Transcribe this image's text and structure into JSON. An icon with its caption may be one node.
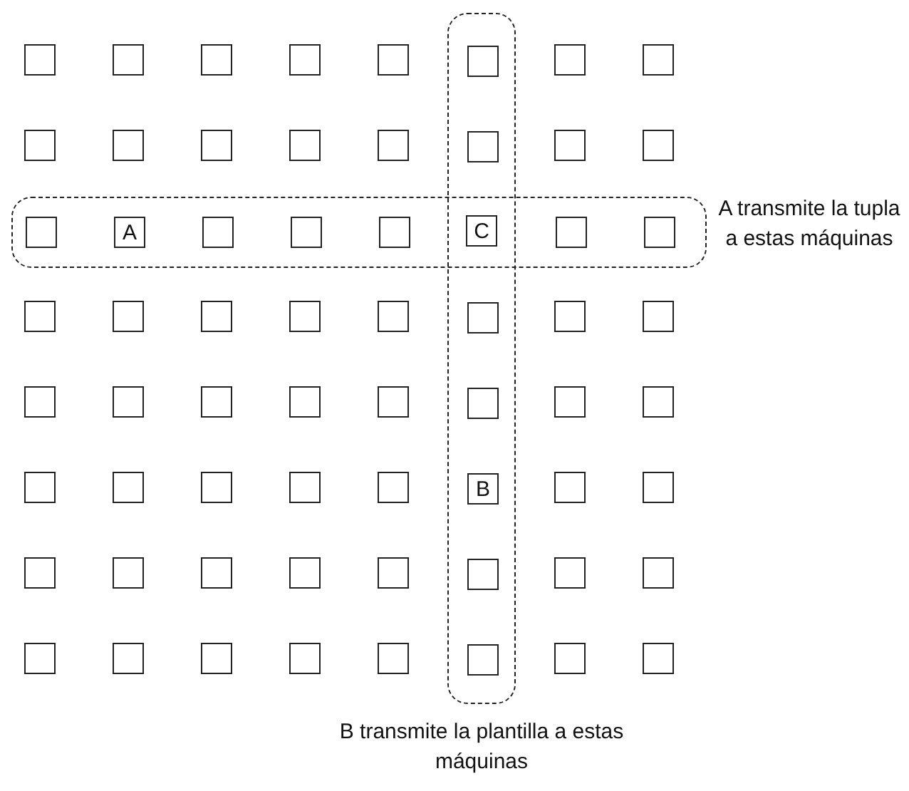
{
  "diagram": {
    "nodes": [
      {
        "text": [],
        "shape": "band",
        "beside": [
          "A transmite la tupla a estas máquinas"
        ]
      },
      {
        "text": [],
        "shape": "band",
        "beside": [
          "B transmite la plantilla a estas máquinas"
        ]
      },
      {
        "text": [],
        "shape": "box"
      },
      {
        "text": [],
        "shape": "box"
      },
      {
        "text": [],
        "shape": "box"
      },
      {
        "text": [],
        "shape": "box"
      },
      {
        "text": [],
        "shape": "box"
      },
      {
        "text": [],
        "shape": "box",
        "in": 1
      },
      {
        "text": [],
        "shape": "box"
      },
      {
        "text": [],
        "shape": "box"
      },
      {
        "text": [],
        "shape": "box"
      },
      {
        "text": [],
        "shape": "box"
      },
      {
        "text": [],
        "shape": "box"
      },
      {
        "text": [],
        "shape": "box"
      },
      {
        "text": [],
        "shape": "box"
      },
      {
        "text": [],
        "shape": "box",
        "in": 1
      },
      {
        "text": [],
        "shape": "box"
      },
      {
        "text": [],
        "shape": "box"
      },
      {
        "text": [],
        "shape": "box",
        "in": 0
      },
      {
        "text": [
          "A"
        ],
        "in": 0
      },
      {
        "text": [],
        "shape": "box",
        "in": 0
      },
      {
        "text": [],
        "shape": "box",
        "in": 0
      },
      {
        "text": [],
        "shape": "box",
        "in": 0
      },
      {
        "text": [
          "C"
        ]
      },
      {
        "text": [],
        "shape": "box",
        "in": 0
      },
      {
        "text": [],
        "shape": "box",
        "in": 0
      },
      {
        "text": [],
        "shape": "box"
      },
      {
        "text": [],
        "shape": "box"
      },
      {
        "text": [],
        "shape": "box"
      },
      {
        "text": [],
        "shape": "box"
      },
      {
        "text": [],
        "shape": "box"
      },
      {
        "text": [],
        "shape": "box",
        "in": 1
      },
      {
        "text": [],
        "shape": "box"
      },
      {
        "text": [],
        "shape": "box"
      },
      {
        "text": [],
        "shape": "box"
      },
      {
        "text": [],
        "shape": "box"
      },
      {
        "text": [],
        "shape": "box"
      },
      {
        "text": [],
        "shape": "box"
      },
      {
        "text": [],
        "shape": "box"
      },
      {
        "text": [],
        "shape": "box",
        "in": 1
      },
      {
        "text": [],
        "shape": "box"
      },
      {
        "text": [],
        "shape": "box"
      },
      {
        "text": [],
        "shape": "box"
      },
      {
        "text": [],
        "shape": "box"
      },
      {
        "text": [],
        "shape": "box"
      },
      {
        "text": [],
        "shape": "box"
      },
      {
        "text": [],
        "shape": "box"
      },
      {
        "text": [
          "B"
        ],
        "in": 1
      },
      {
        "text": [],
        "shape": "box"
      },
      {
        "text": [],
        "shape": "box"
      },
      {
        "text": [],
        "shape": "box"
      },
      {
        "text": [],
        "shape": "box"
      },
      {
        "text": [],
        "shape": "box"
      },
      {
        "text": [],
        "shape": "box"
      },
      {
        "text": [],
        "shape": "box"
      },
      {
        "text": [],
        "shape": "box",
        "in": 1
      },
      {
        "text": [],
        "shape": "box"
      },
      {
        "text": [],
        "shape": "box"
      },
      {
        "text": [],
        "shape": "box"
      },
      {
        "text": [],
        "shape": "box"
      },
      {
        "text": [],
        "shape": "box"
      },
      {
        "text": [],
        "shape": "box"
      },
      {
        "text": [],
        "shape": "box"
      },
      {
        "text": [],
        "shape": "box",
        "in": 1
      },
      {
        "text": [],
        "shape": "box"
      },
      {
        "text": [],
        "shape": "box"
      }
    ]
  }
}
